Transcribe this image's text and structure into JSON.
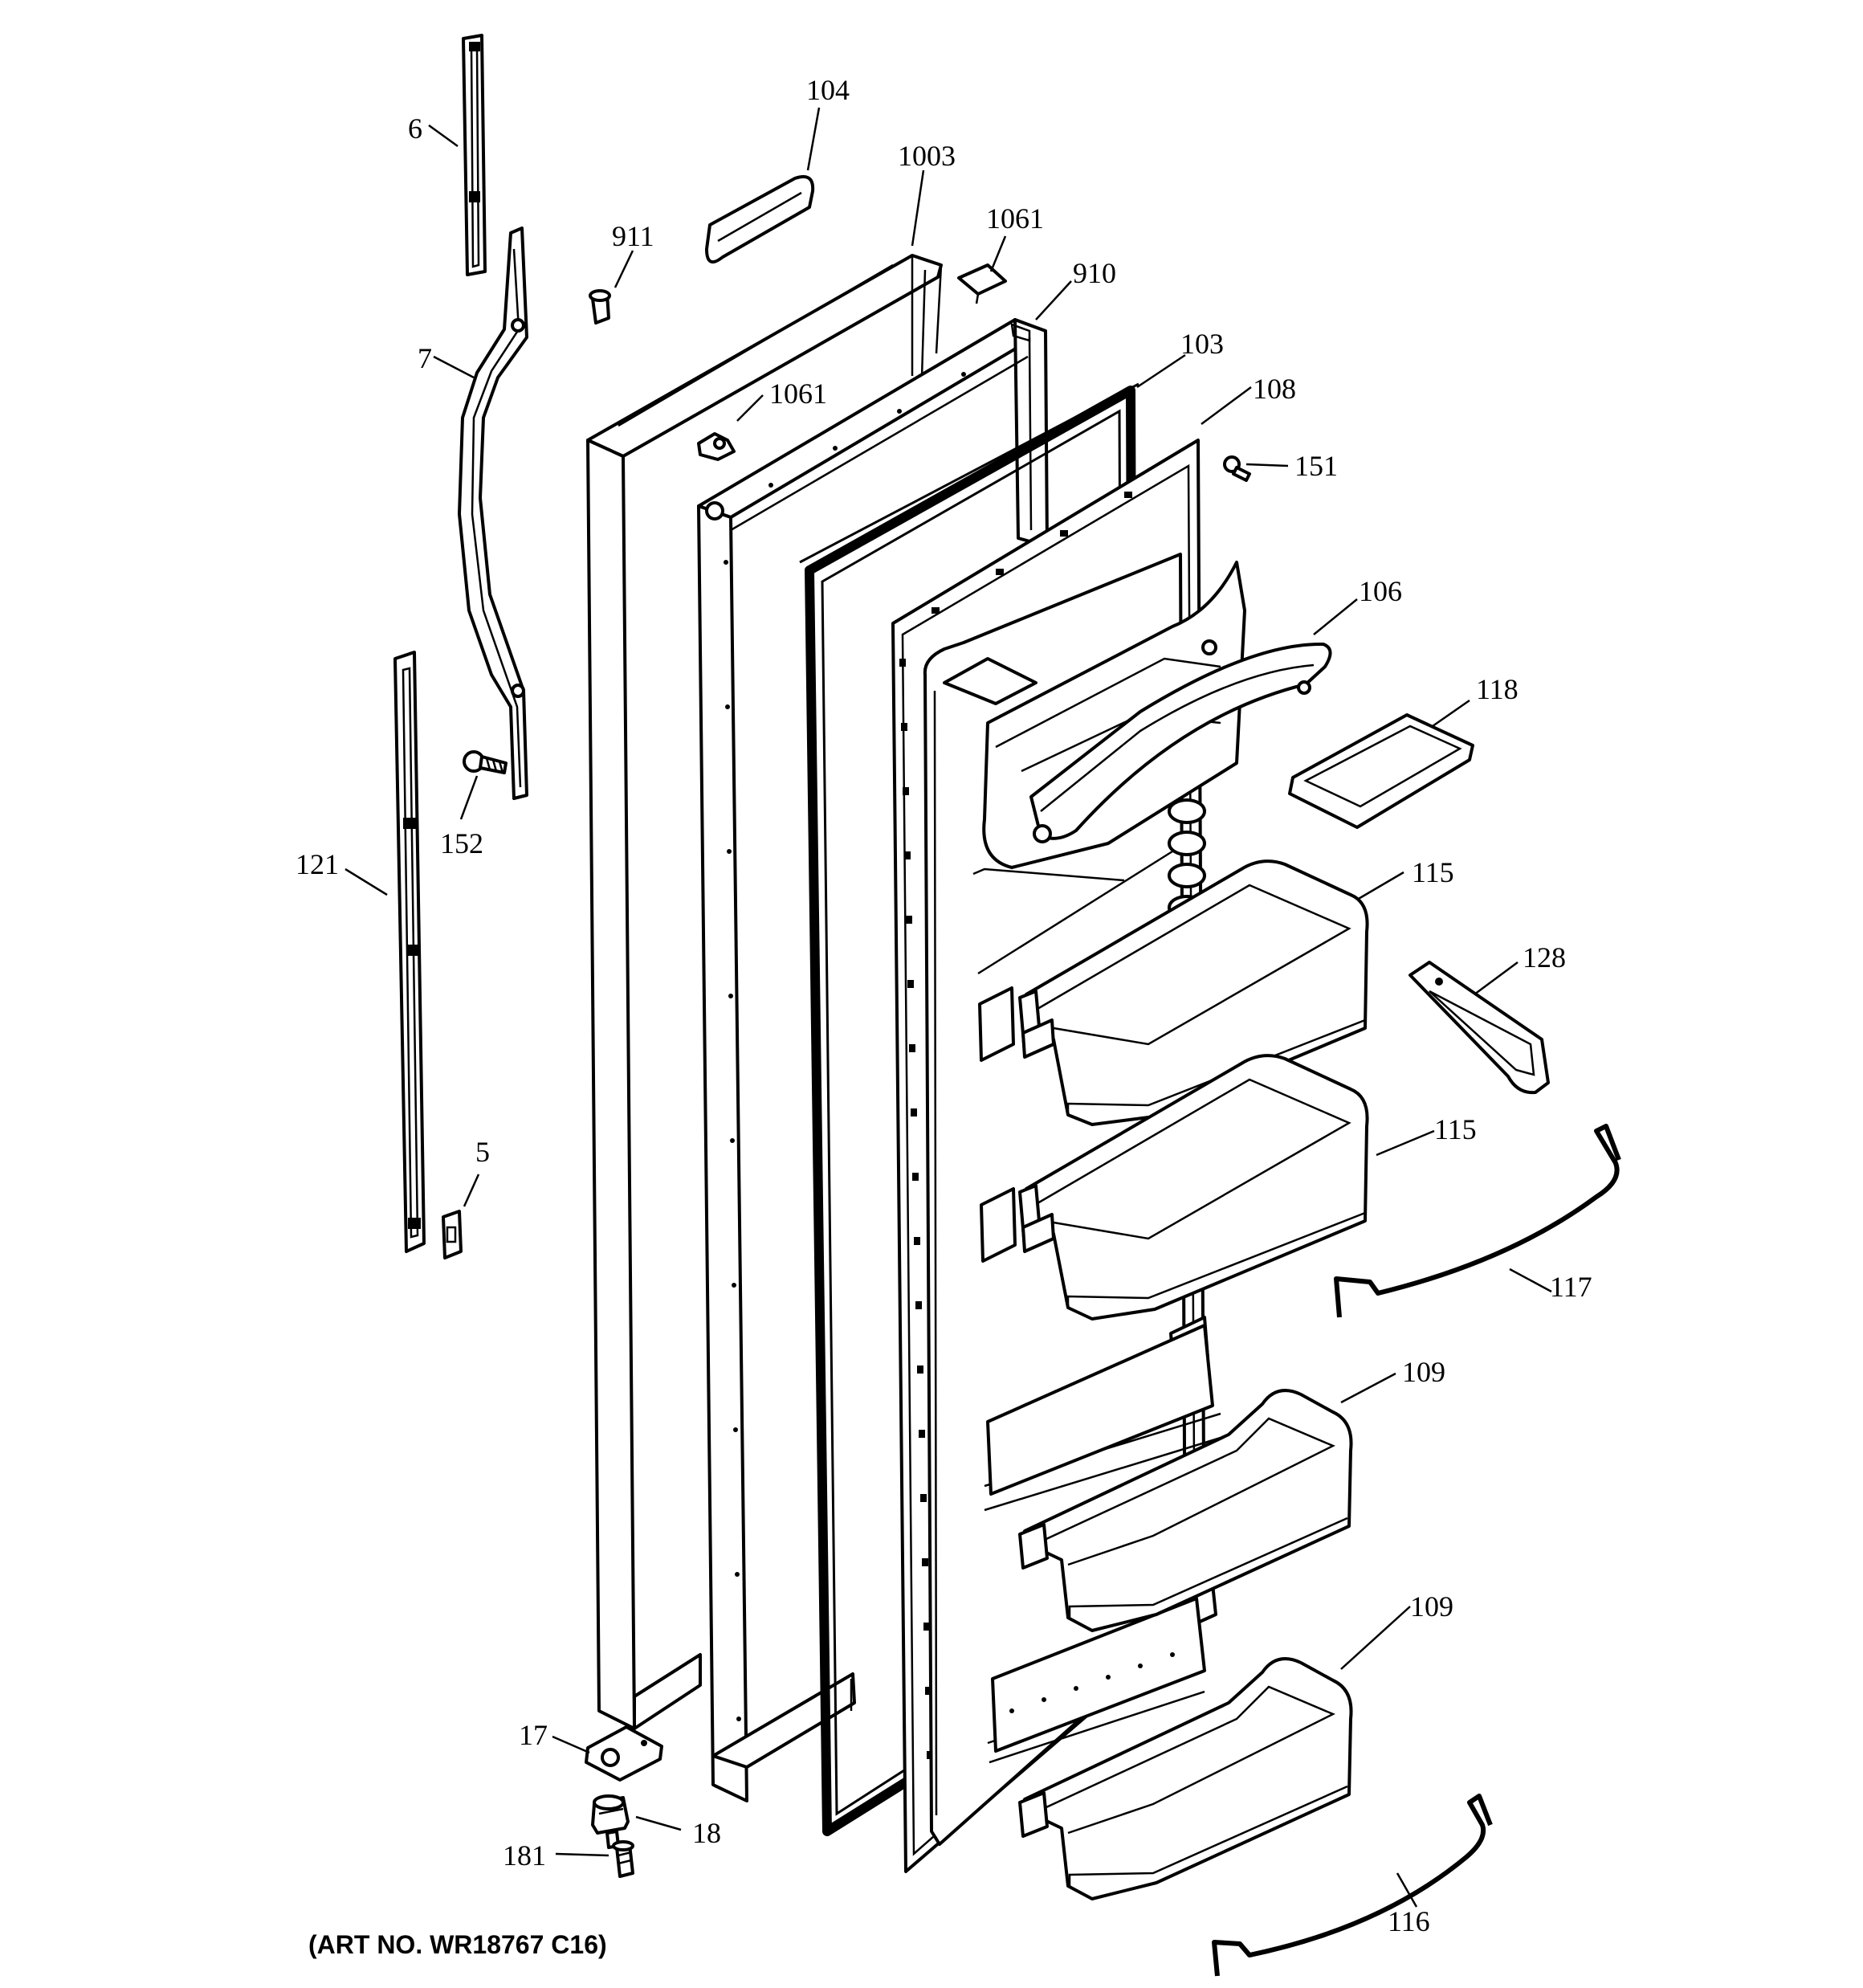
{
  "callouts": {
    "c104": "104",
    "c1003": "1003",
    "c6": "6",
    "c911": "911",
    "c1061_top": "1061",
    "c910": "910",
    "c103": "103",
    "c7": "7",
    "c1061_mid": "1061",
    "c108": "108",
    "c151": "151",
    "c106": "106",
    "c118": "118",
    "c152": "152",
    "c121": "121",
    "c115_top": "115",
    "c128": "128",
    "c115_bot": "115",
    "c5": "5",
    "c117": "117",
    "c109_top": "109",
    "c109_bot": "109",
    "c17": "17",
    "c18": "18",
    "c181": "181",
    "c116": "116"
  },
  "art_number": "(ART NO. WR18767 C16)"
}
